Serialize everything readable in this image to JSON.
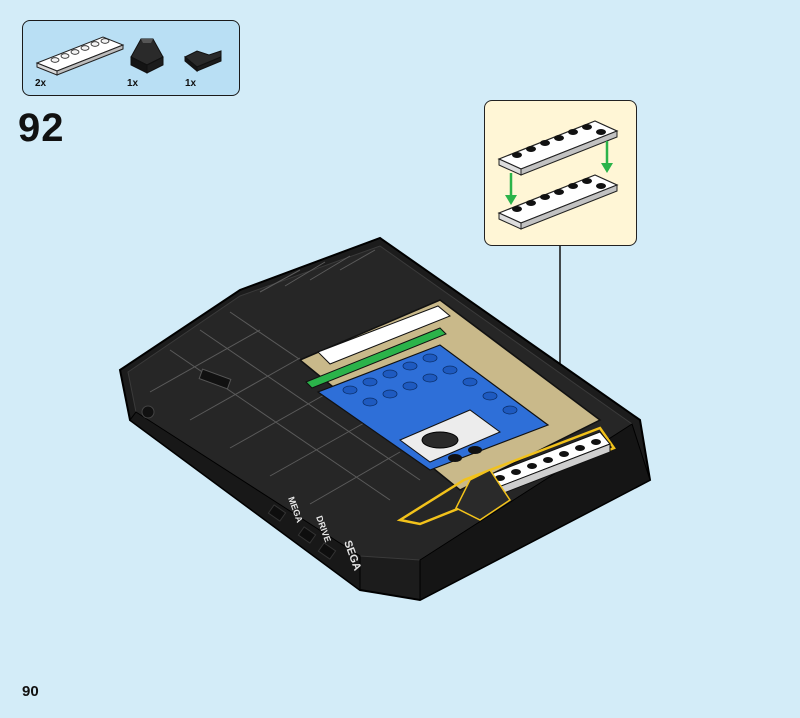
{
  "parts_list": [
    {
      "count": "2x",
      "icon": "white-plate-1x6-icon"
    },
    {
      "count": "1x",
      "icon": "black-slope-brick-icon"
    },
    {
      "count": "1x",
      "icon": "black-corner-tile-icon"
    }
  ],
  "step_number": "92",
  "page_number": "90",
  "callout": {
    "icon": "stack-plates-callout-icon",
    "arrow_color": "#2bb34a"
  },
  "model": {
    "icon": "mega-drive-console-model-icon",
    "side_labels": [
      "MEGA",
      "DRIVE",
      "SEGA"
    ],
    "highlight_color": "#f2c21b"
  },
  "colors": {
    "background": "#d3ecf8",
    "parts_box": "#b9dff4",
    "callout_box": "#fff6d6"
  }
}
